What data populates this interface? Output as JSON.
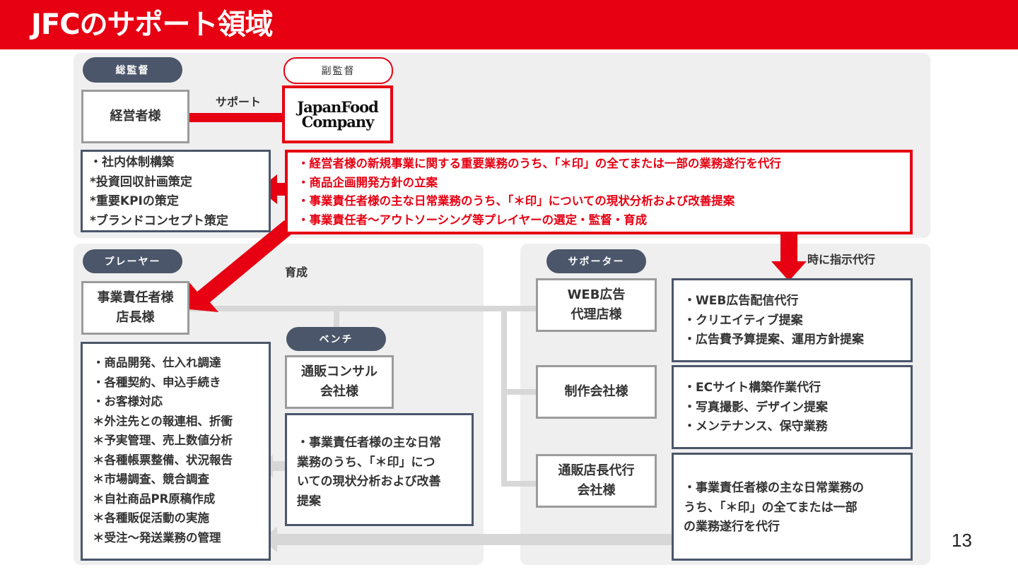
{
  "title": "JFCのサポート領域",
  "page_number": "13",
  "colors": {
    "brand_red": "#e60012",
    "pill_navy": "#4b566a",
    "panel_gray": "#efefef"
  },
  "roles": {
    "chief": "総監督",
    "vice": "副監督",
    "players": "プレーヤー",
    "bench": "ベンチ",
    "supporters": "サポーター"
  },
  "labels": {
    "support": "サポート",
    "training": "育成",
    "occasional_direction": "時に指示代行"
  },
  "logo": {
    "line1": "JapanFood",
    "line2": "Company"
  },
  "boxes": {
    "owner": "経営者様",
    "owner_tasks": [
      "・社内体制構築",
      "*投資回収計画策定",
      "*重要KPIの策定",
      "*ブランドコンセプト策定"
    ],
    "jfc_tasks": [
      "・経営者様の新規事業に関する重要業務のうち、「＊印」の全てまたは一部の業務遂行を代行",
      "・商品企画開発方針の立案",
      "・事業責任者様の主な日常業務のうち、「＊印」についての現状分析および改善提案",
      "・事業責任者～アウトソーシング等プレイヤーの選定・監督・育成"
    ],
    "manager": [
      "事業責任者様",
      "店長様"
    ],
    "manager_tasks": [
      "・商品開発、仕入れ調達",
      "・各種契約、申込手続き",
      "・お客様対応",
      "＊外注先との報連相、折衝",
      "＊予実管理、売上数値分析",
      "＊各種帳票整備、状況報告",
      "＊市場調査、競合調査",
      "＊自社商品PR原稿作成",
      "＊各種販促活動の実施",
      "＊受注～発送業務の管理"
    ],
    "consultant": [
      "通販コンサル",
      "会社様"
    ],
    "consultant_tasks": [
      "・事業責任者様の主な日常",
      "業務のうち、「＊印」につ",
      "いての現状分析および改善",
      "提案"
    ],
    "web_agency": [
      "WEB広告",
      "代理店様"
    ],
    "web_agency_tasks": [
      "・WEB広告配信代行",
      "・クリエイティブ提案",
      "・広告費予算提案、運用方針提案"
    ],
    "production": [
      "制作会社様"
    ],
    "production_tasks": [
      "・ECサイト構築作業代行",
      "・写真撮影、デザイン提案",
      "・メンテナンス、保守業務"
    ],
    "store_agent": [
      "通販店長代行",
      "会社様"
    ],
    "store_agent_tasks": [
      "・事業責任者様の主な日常業務の",
      "うち、「＊印」の全てまたは一部",
      "の業務遂行を代行"
    ]
  }
}
